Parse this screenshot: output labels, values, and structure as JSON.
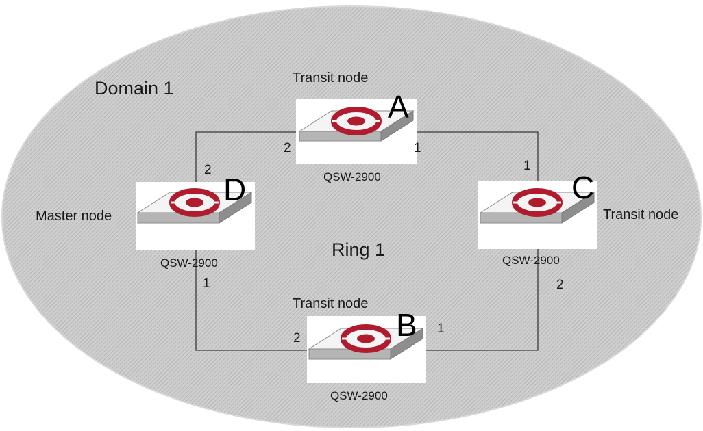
{
  "domain_label": "Domain 1",
  "ring_label": "Ring 1",
  "colors": {
    "domain_fill": "#c9c9c9",
    "link": "#3a3a3a",
    "switch_top": "#f2f2f2",
    "switch_side": "#9a9a9a",
    "logo": "#b01c2e"
  },
  "nodes": {
    "A": {
      "letter": "A",
      "role": "Transit node",
      "model": "QSW-2900",
      "port_left": "2",
      "port_right": "1"
    },
    "B": {
      "letter": "B",
      "role": "Transit node",
      "model": "QSW-2900",
      "port_left": "2",
      "port_right": "1"
    },
    "C": {
      "letter": "C",
      "role": "Transit node",
      "model": "QSW-2900",
      "port_top": "1",
      "port_bottom": "2"
    },
    "D": {
      "letter": "D",
      "role": "Master node",
      "model": "QSW-2900",
      "port_top": "2",
      "port_bottom": "1"
    }
  }
}
